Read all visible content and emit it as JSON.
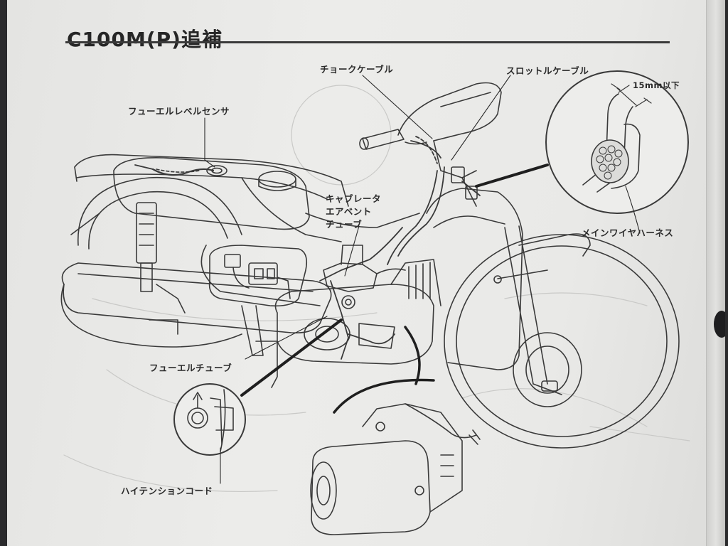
{
  "page": {
    "title": "C100M(P)追補"
  },
  "labels": {
    "fuel_level_sensor": "フューエルレベルセンサ",
    "choke_cable": "チョークケーブル",
    "throttle_cable": "スロットルケーブル",
    "clearance": "15mm以下",
    "carb_vent_line1": "キャブレータ",
    "carb_vent_line2": "エアベント",
    "carb_vent_line3": "チューブ",
    "main_wire_harness": "メインワイヤハーネス",
    "fuel_tube": "フューエルチューブ",
    "high_tension_cord": "ハイテンションコード"
  },
  "colors": {
    "ink": "#2a2a2a",
    "paper": "#e9e9e7",
    "background": "#2a2a2c"
  }
}
